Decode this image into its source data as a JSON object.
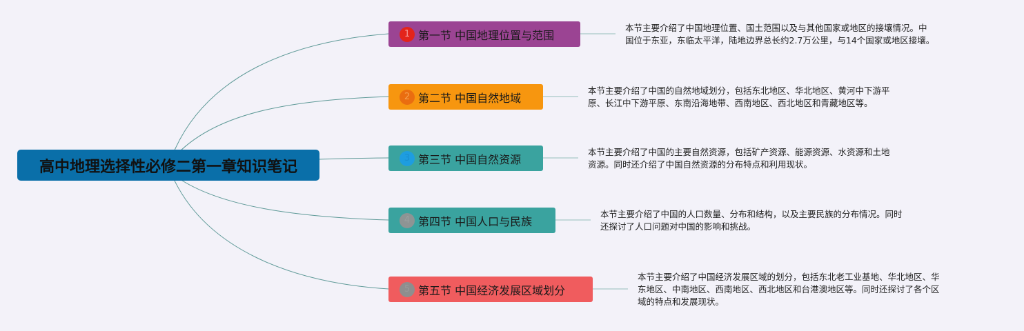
{
  "root": {
    "title": "高中地理选择性必修二第一章知识笔记",
    "color": "#0a6fa9"
  },
  "sections": [
    {
      "num": "1",
      "title": "第一节 中国地理位置与范围",
      "color": "#9b4493",
      "badge_color": "#e3241b",
      "badge_text_color": "#f59a9a",
      "desc_lines": [
        "本节主要介绍了中国地理位置、国土范围以及与其他国家或地区的接壤情况。中",
        "国位于东亚，东临太平洋，陆地边界总长约2.7万公里，与14个国家或地区接壤。"
      ]
    },
    {
      "num": "2",
      "title": "第二节 中国自然地域",
      "color": "#f7960f",
      "badge_color": "#ea6d10",
      "badge_text_color": "#f5a050",
      "desc_lines": [
        "本节主要介绍了中国的自然地域划分，包括东北地区、华北地区、黄河中下游平",
        "原、长江中下游平原、东南沿海地带、西南地区、西北地区和青藏地区等。"
      ]
    },
    {
      "num": "3",
      "title": "第三节 中国自然资源",
      "color": "#3aa39f",
      "badge_color": "#1e9de0",
      "badge_text_color": "#1a8fd0",
      "desc_lines": [
        "本节主要介绍了中国的主要自然资源，包括矿产资源、能源资源、水资源和土地",
        "资源。同时还介绍了中国自然资源的分布特点和利用现状。"
      ]
    },
    {
      "num": "4",
      "title": "第四节 中国人口与民族",
      "color": "#3aa39f",
      "badge_color": "#8e9494",
      "badge_text_color": "#9aa0a0",
      "desc_lines": [
        "本节主要介绍了中国的人口数量、分布和结构，以及主要民族的分布情况。同时",
        "还探讨了人口问题对中国的影响和挑战。"
      ]
    },
    {
      "num": "5",
      "title": "第五节 中国经济发展区域划分",
      "color": "#f05c5e",
      "badge_color": "#8e8e8e",
      "badge_text_color": "#9a9a9a",
      "desc_lines": [
        "本节主要介绍了中国经济发展区域的划分，包括东北老工业基地、华北地区、华",
        "东地区、中南地区、西南地区、西北地区和台港澳地区等。同时还探讨了各个区",
        "域的特点和发展现状。"
      ]
    }
  ]
}
